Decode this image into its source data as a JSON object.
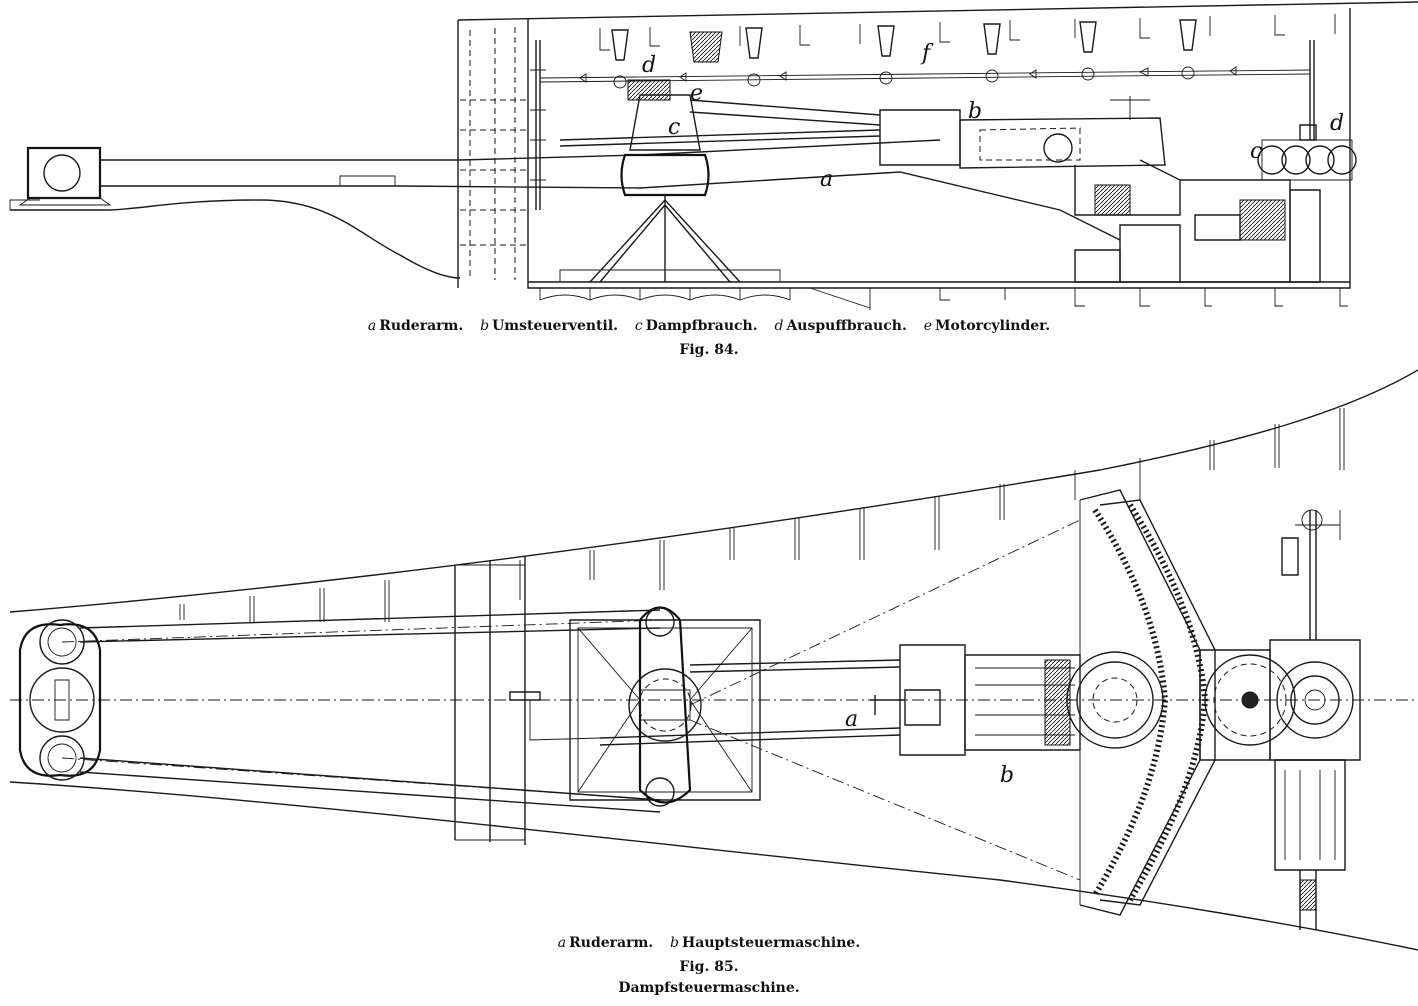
{
  "fig84": {
    "legend": [
      {
        "letter": "a",
        "text": "Ruderarm."
      },
      {
        "letter": "b",
        "text": "Umsteuerventil."
      },
      {
        "letter": "c",
        "text": "Dampfbrauch."
      },
      {
        "letter": "d",
        "text": "Auspuffbrauch."
      },
      {
        "letter": "e",
        "text": "Motorcylinder."
      }
    ],
    "figure_label": "Fig. 84.",
    "part_letters": {
      "a": "a",
      "b": "b",
      "c": "c",
      "d": "d",
      "e": "e",
      "f": "f",
      "c2": "c",
      "d2": "d"
    }
  },
  "fig85": {
    "legend": [
      {
        "letter": "a",
        "text": "Ruderarm."
      },
      {
        "letter": "b",
        "text": "Hauptsteuermaschine."
      }
    ],
    "figure_label": "Fig. 85.",
    "title": "Dampfsteuermaschine.",
    "part_letters": {
      "a": "a",
      "b": "b"
    }
  }
}
